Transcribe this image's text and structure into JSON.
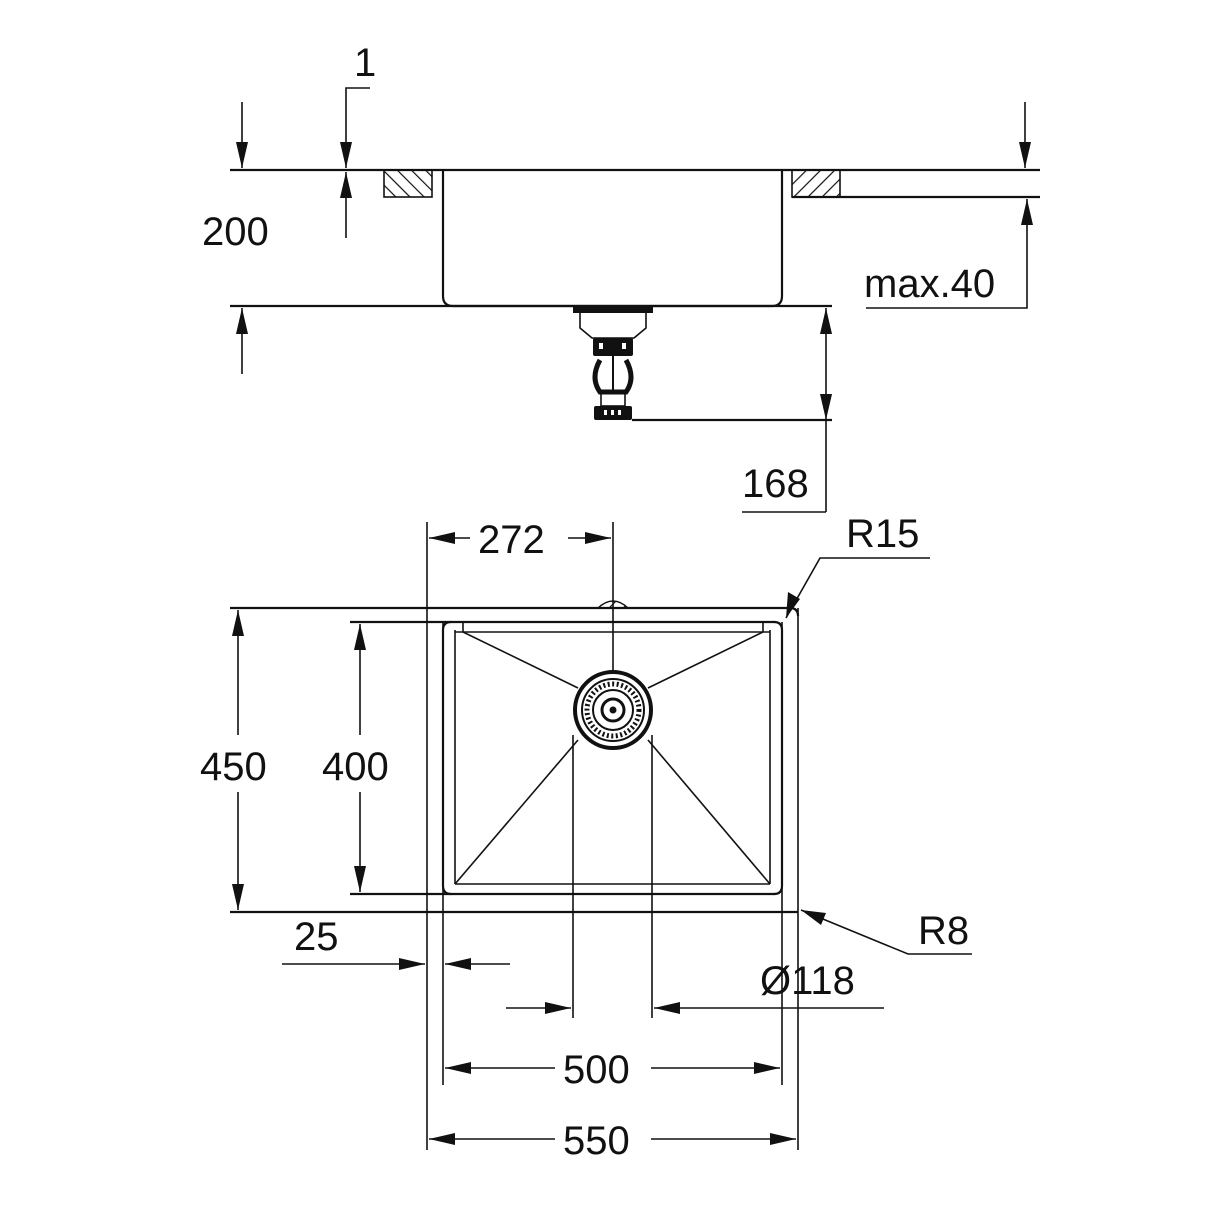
{
  "drawing": {
    "subject": "Undermount kitchen sink dimension drawing",
    "colors": {
      "line": "#111111",
      "background": "#ffffff"
    },
    "side_view": {
      "labels": {
        "thickness_note": "1",
        "bowl_depth": "200",
        "counter_thickness": "max.40",
        "drain_height": "168"
      }
    },
    "plan_view": {
      "labels": {
        "drain_offset": "272",
        "outer_radius": "R15",
        "outer_depth": "450",
        "inner_depth": "400",
        "flange_width": "25",
        "inner_radius": "R8",
        "drain_diameter": "Ø118",
        "inner_width": "500",
        "outer_width": "550"
      }
    }
  }
}
